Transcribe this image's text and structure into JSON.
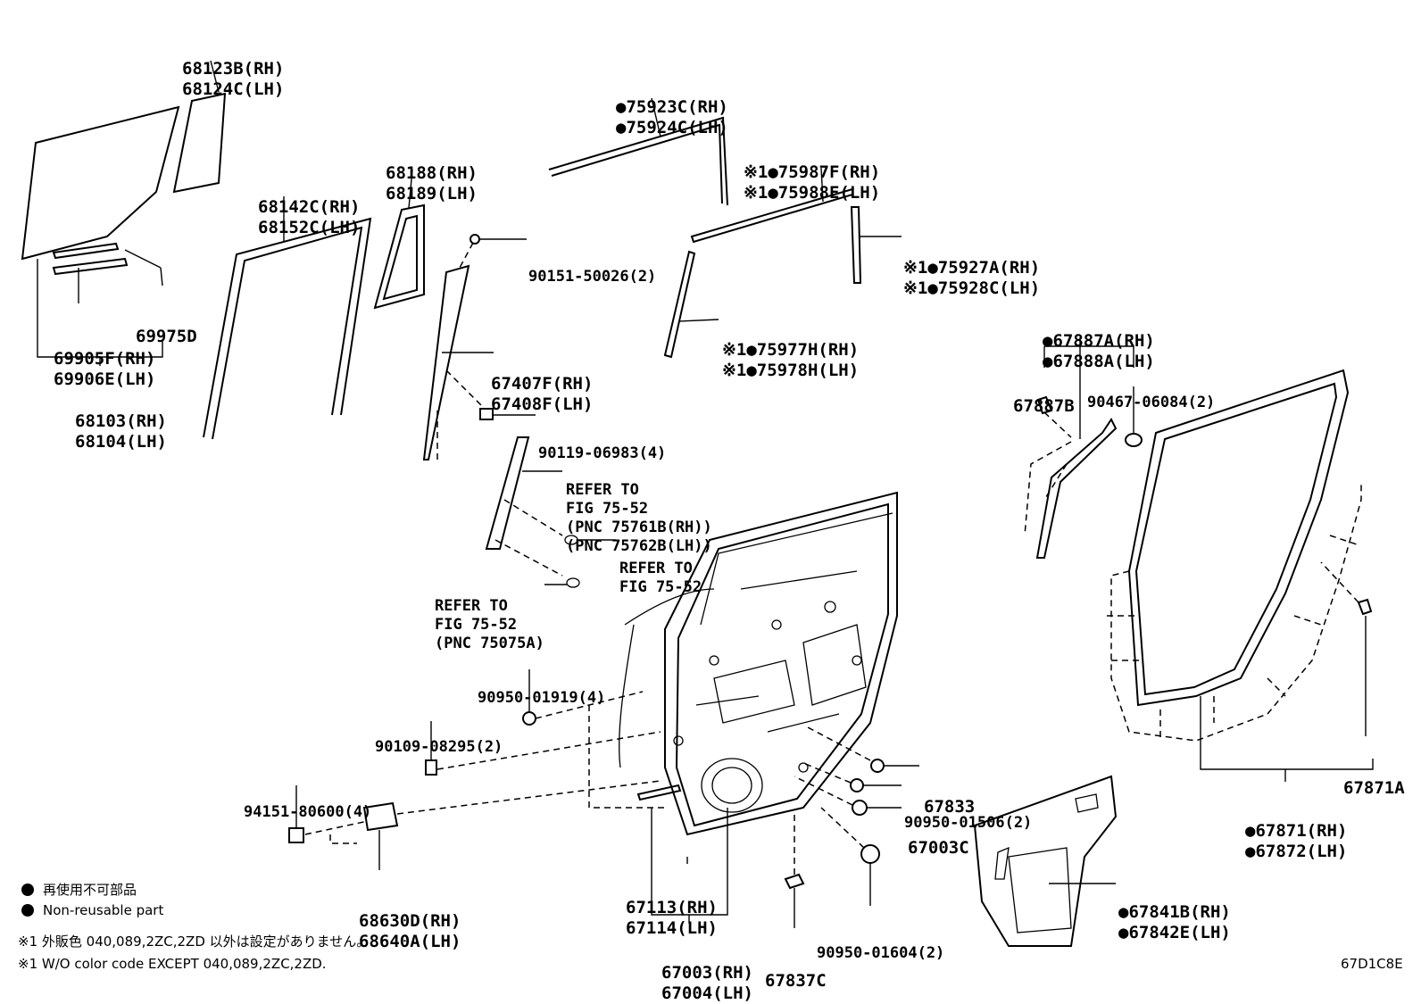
{
  "diagram_code": "67D1C8E",
  "labels": {
    "l68123": [
      "68123B(RH)",
      "68124C(LH)"
    ],
    "l68142": [
      "68142C(RH)",
      "68152C(LH)"
    ],
    "l68188": [
      "68188(RH)",
      "68189(LH)"
    ],
    "l75923": [
      "●75923C(RH)",
      "●75924C(LH)"
    ],
    "l75987": [
      "※1●75987F(RH)",
      "※1●75988E(LH)"
    ],
    "l75927": [
      "※1●75927A(RH)",
      "※1●75928C(LH)"
    ],
    "l75977": [
      "※1●75977H(RH)",
      "※1●75978H(LH)"
    ],
    "l90151": [
      "90151-50026(2)"
    ],
    "l69975": [
      "69975D"
    ],
    "l69905": [
      "69905F(RH)",
      "69906E(LH)"
    ],
    "l68103": [
      "68103(RH)",
      "68104(LH)"
    ],
    "l67407": [
      "67407F(RH)",
      "67408F(LH)"
    ],
    "l90119": [
      "90119-06983(4)"
    ],
    "l67887a": [
      "●67887A(RH)",
      "●67888A(LH)"
    ],
    "l67887b": [
      "67887B"
    ],
    "l90467": [
      "90467-06084(2)"
    ],
    "lrefer1": [
      "REFER TO",
      "FIG 75-52",
      "(PNC 75761B(RH))",
      "(PNC 75762B(LH))"
    ],
    "lrefer2": [
      "REFER TO",
      "FIG 75-52"
    ],
    "lrefer3": [
      "REFER TO",
      "FIG 75-52",
      "(PNC 75075A)"
    ],
    "l90950a": [
      "90950-01919(4)"
    ],
    "l90109": [
      "90109-08295(2)"
    ],
    "l94151": [
      "94151-80600(4)"
    ],
    "l67833": [
      "67833"
    ],
    "l90950b": [
      "90950-01506(2)"
    ],
    "l67003c": [
      "67003C"
    ],
    "l67871a": [
      "67871A"
    ],
    "l67871": [
      "●67871(RH)",
      "●67872(LH)"
    ],
    "l68630": [
      "68630D(RH)",
      "68640A(LH)"
    ],
    "l67113": [
      "67113(RH)",
      "67114(LH)"
    ],
    "l67003": [
      "67003(RH)",
      "67004(LH)"
    ],
    "l67837": [
      "67837C"
    ],
    "l90950c": [
      "90950-01604(2)"
    ],
    "l67841": [
      "●67841B(RH)",
      "●67842E(LH)"
    ]
  },
  "legend": {
    "non_reusable_jp": "再使用不可部品",
    "non_reusable_en": "Non-reusable part",
    "note_jp": "※1 外販色 040,089,2ZC,2ZD 以外は設定がありません。",
    "note_en": "※1 W/O color code EXCEPT 040,089,2ZC,2ZD."
  }
}
